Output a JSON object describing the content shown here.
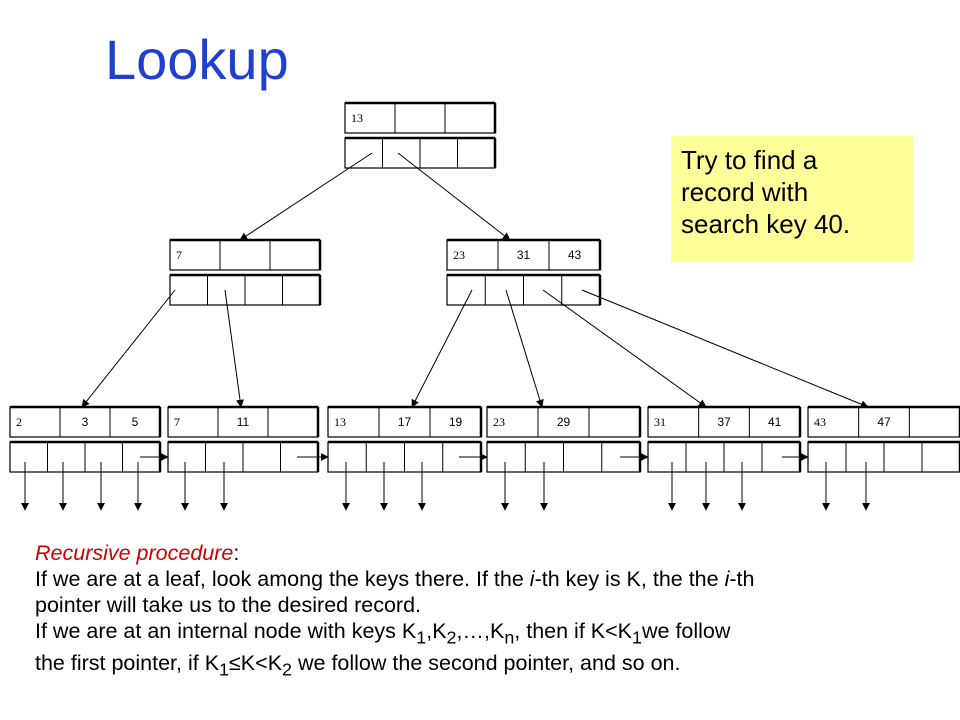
{
  "title": "Lookup",
  "callout": {
    "lines": [
      "Try to find a",
      "record with",
      "search key 40."
    ]
  },
  "tree": {
    "root": {
      "keys": [
        "13",
        "",
        ""
      ]
    },
    "internal": [
      {
        "keys": [
          "7",
          "",
          ""
        ]
      },
      {
        "keys": [
          "23",
          "31",
          "43"
        ]
      }
    ],
    "leaves": [
      {
        "keys": [
          "2",
          "3",
          "5"
        ]
      },
      {
        "keys": [
          "7",
          "11",
          ""
        ]
      },
      {
        "keys": [
          "13",
          "17",
          "19"
        ]
      },
      {
        "keys": [
          "23",
          "29",
          ""
        ]
      },
      {
        "keys": [
          "31",
          "37",
          "41"
        ]
      },
      {
        "keys": [
          "43",
          "47",
          ""
        ]
      }
    ]
  },
  "description": {
    "procedure_label": "Recursive procedure",
    "line2_a": "If we are at a leaf, look among the keys there. If the ",
    "line2_i": "i",
    "line2_b": "-th key is K, the the ",
    "line2_i2": "i",
    "line2_c": "-th",
    "line3": "pointer will take us to the desired record.",
    "line4_a": "If we are at an internal node with keys K",
    "sub1": "1",
    "comma1": ",K",
    "sub2": "2",
    "line4_b": ",…,K",
    "subn": "n",
    "line4_c": ", then if K<K",
    "sub1b": "1",
    "line4_d": "we follow",
    "line5_a": "the first pointer, if K",
    "sub1c": "1",
    "line5_b": "≤K<K",
    "sub2b": "2",
    "line5_c": " we follow the second pointer, and so on."
  }
}
